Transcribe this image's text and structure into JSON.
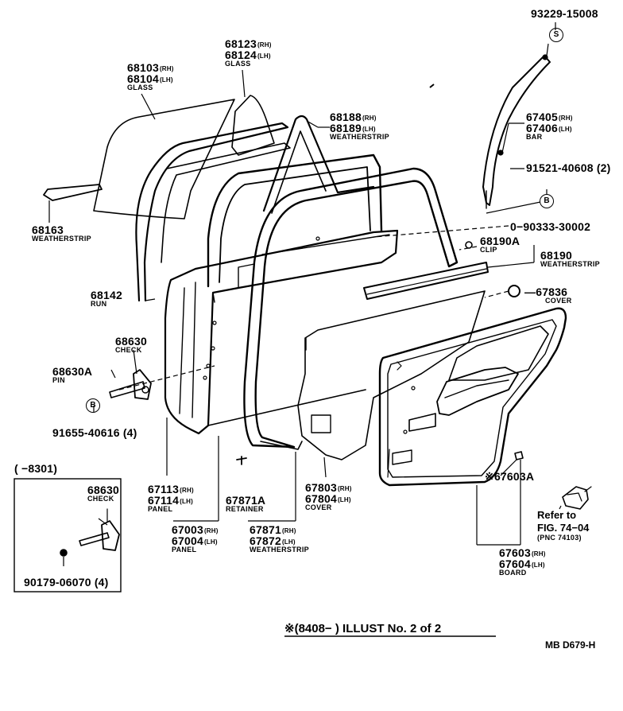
{
  "parts": {
    "p93229": {
      "num": "93229-15008"
    },
    "p68123": {
      "num1": "68123",
      "sfx1": "(RH)",
      "num2": "68124",
      "sfx2": "(LH)",
      "label": "GLASS"
    },
    "p68103": {
      "num1": "68103",
      "sfx1": "(RH)",
      "num2": "68104",
      "sfx2": "(LH)",
      "label": "GLASS"
    },
    "p68188": {
      "num1": "68188",
      "sfx1": "(RH)",
      "num2": "68189",
      "sfx2": "(LH)",
      "label": "WEATHERSTRIP"
    },
    "p67405": {
      "num1": "67405",
      "sfx1": "(RH)",
      "num2": "67406",
      "sfx2": "(LH)",
      "label": "BAR"
    },
    "p91521": {
      "num": "91521-40608 (2)"
    },
    "p68163": {
      "num": "68163",
      "label": "WEATHERSTRIP"
    },
    "p90333": {
      "num": "90333-30002"
    },
    "p68190A": {
      "num": "68190A",
      "label": "CLIP"
    },
    "p68190": {
      "num": "68190",
      "label": "WEATHERSTRIP"
    },
    "p68142": {
      "num": "68142",
      "label": "RUN"
    },
    "p67836": {
      "num": "67836",
      "label": "COVER"
    },
    "p68630": {
      "num": "68630",
      "label": "CHECK"
    },
    "p68630A": {
      "num": "68630A",
      "label": "PIN"
    },
    "p91655": {
      "num": "91655-40616 (4)"
    },
    "p67603A": {
      "num": "67603A"
    },
    "p67113": {
      "num1": "67113",
      "sfx1": "(RH)",
      "num2": "67114",
      "sfx2": "(LH)",
      "label": "PANEL"
    },
    "p67871A": {
      "num": "67871A",
      "label": "RETAINER"
    },
    "p67803": {
      "num1": "67803",
      "sfx1": "(RH)",
      "num2": "67804",
      "sfx2": "(LH)",
      "label": "COVER"
    },
    "p67003": {
      "num1": "67003",
      "sfx1": "(RH)",
      "num2": "67004",
      "sfx2": "(LH)",
      "label": "PANEL"
    },
    "p67871": {
      "num1": "67871",
      "sfx1": "(RH)",
      "num2": "67872",
      "sfx2": "(LH)",
      "label": "WEATHERSTRIP"
    },
    "p67603": {
      "num1": "67603",
      "sfx1": "(RH)",
      "num2": "67604",
      "sfx2": "(LH)",
      "label": "BOARD"
    },
    "refer": {
      "line1": "Refer to",
      "line2": "FIG. 74−04",
      "line3": "(PNC 74103)"
    }
  },
  "markers": {
    "s": "S",
    "b": "B"
  },
  "inset": {
    "heading": "(       −8301)",
    "p68630": {
      "num": "68630",
      "label": "CHECK"
    },
    "p90179": {
      "num": "90179-06070 (4)"
    }
  },
  "footer": {
    "illust_text": "※(8408−        ) ILLUST No. 2 of 2",
    "code": "MB  D679-H"
  }
}
